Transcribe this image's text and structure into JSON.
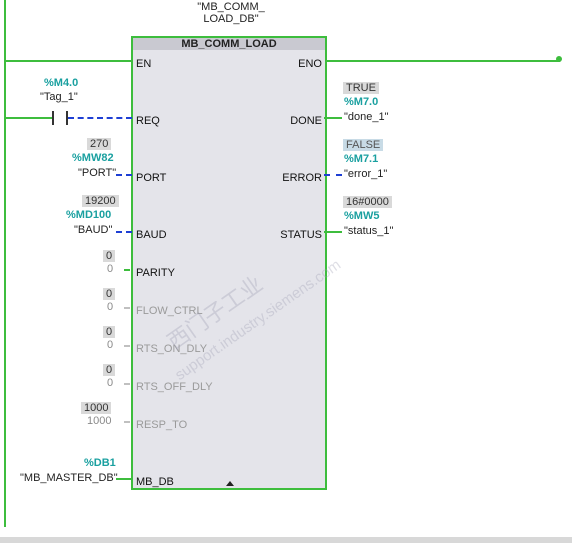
{
  "instance_db": {
    "line1": "\"MB_COMM_",
    "line2": "LOAD_DB\""
  },
  "block": {
    "title": "MB_COMM_LOAD"
  },
  "pins_left": [
    {
      "name": "EN"
    },
    {
      "name": "REQ"
    },
    {
      "name": "PORT"
    },
    {
      "name": "BAUD"
    },
    {
      "name": "PARITY"
    },
    {
      "name": "FLOW_CTRL"
    },
    {
      "name": "RTS_ON_DLY"
    },
    {
      "name": "RTS_OFF_DLY"
    },
    {
      "name": "RESP_TO"
    },
    {
      "name": "MB_DB"
    }
  ],
  "pins_right": [
    {
      "name": "ENO"
    },
    {
      "name": "DONE"
    },
    {
      "name": "ERROR"
    },
    {
      "name": "STATUS"
    }
  ],
  "req_contact": {
    "address": "%M4.0",
    "tag": "\"Tag_1\""
  },
  "port": {
    "value": "270",
    "address": "%MW82",
    "tag": "\"PORT\""
  },
  "baud": {
    "value": "19200",
    "address": "%MD100",
    "tag": "\"BAUD\""
  },
  "parity": {
    "value": "0",
    "default": "0"
  },
  "flow_ctrl": {
    "value": "0",
    "default": "0"
  },
  "rts_on_dly": {
    "value": "0",
    "default": "0"
  },
  "rts_off_dly": {
    "value": "0",
    "default": "0"
  },
  "resp_to": {
    "value": "1000",
    "default": "1000"
  },
  "mb_db": {
    "address": "%DB1",
    "tag": "\"MB_MASTER_DB\""
  },
  "done": {
    "value": "TRUE",
    "address": "%M7.0",
    "tag": "\"done_1\""
  },
  "error": {
    "value": "FALSE",
    "address": "%M7.1",
    "tag": "\"error_1\""
  },
  "status": {
    "value": "16#0000",
    "address": "%MW5",
    "tag": "\"status_1\""
  },
  "watermark": {
    "cn": "西门子工业",
    "url": "support.industry.siemens.com"
  },
  "colors": {
    "energized": "#3dbd3d",
    "not_energized": "#1e3fd4",
    "address": "#1aa0a0",
    "block_bg": "#e4e4ea"
  }
}
